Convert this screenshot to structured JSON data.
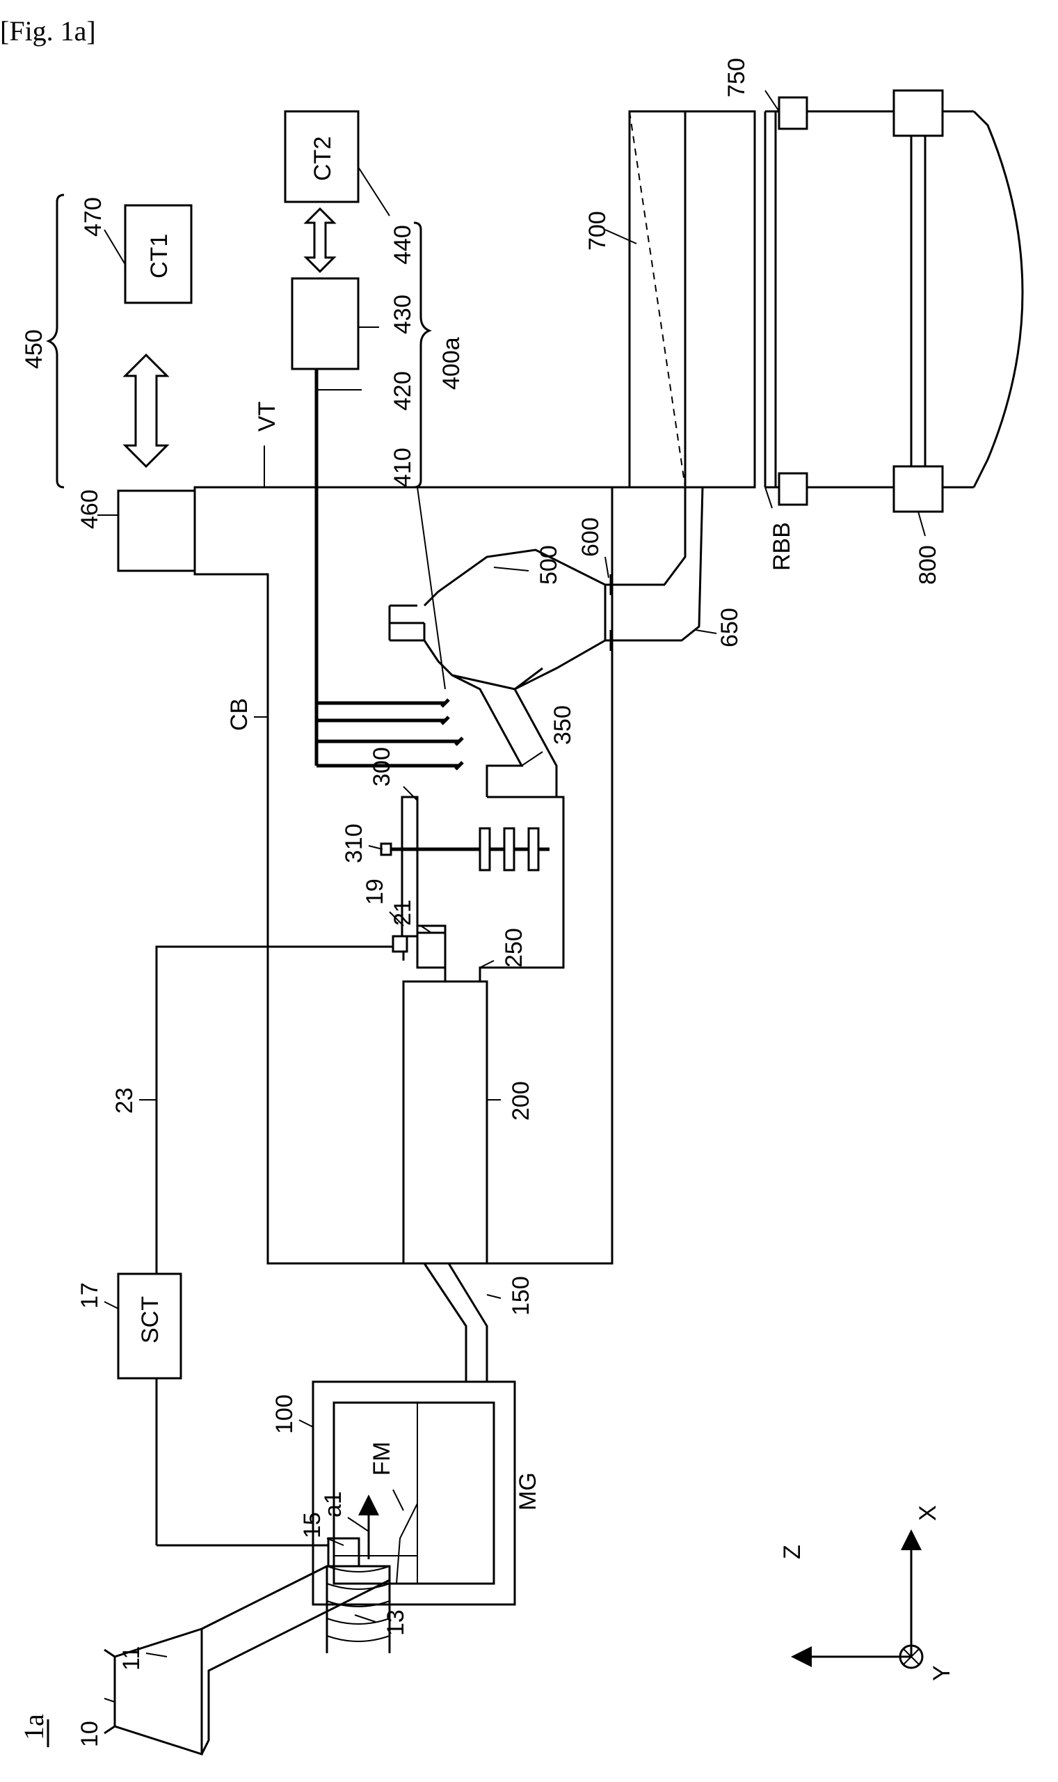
{
  "caption": "[Fig. 1a]",
  "figure_ref": "1a",
  "labels": {
    "n10": "10",
    "n11": "11",
    "n13": "13",
    "n15": "15",
    "a1": "a1",
    "n17": "17",
    "SCT": "SCT",
    "n100": "100",
    "FM": "FM",
    "MG": "MG",
    "n150": "150",
    "n23": "23",
    "n200": "200",
    "n19": "19",
    "n21": "21",
    "n250": "250",
    "n310": "310",
    "n300": "300",
    "n350": "350",
    "CB": "CB",
    "n410": "410",
    "n420": "420",
    "n430": "430",
    "n440": "440",
    "n400a": "400a",
    "n500": "500",
    "n600": "600",
    "n650": "650",
    "n460": "460",
    "n450": "450",
    "n470": "470",
    "CT1": "CT1",
    "CT2": "CT2",
    "VT": "VT",
    "n700": "700",
    "n750": "750",
    "RBB": "RBB",
    "n800": "800",
    "axis_x": "X",
    "axis_y": "Y",
    "axis_z": "Z"
  }
}
